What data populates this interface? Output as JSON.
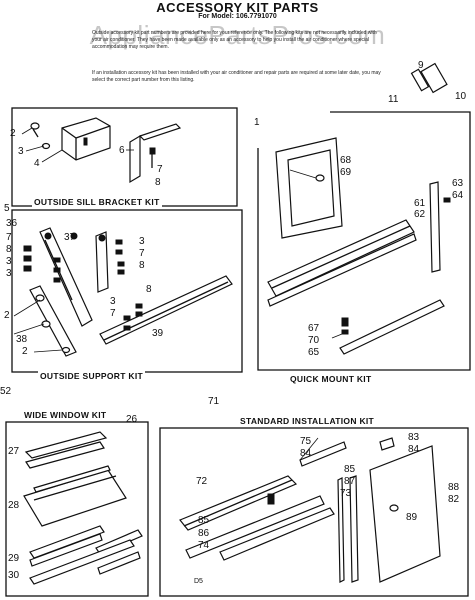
{
  "header": {
    "title": "ACCESSORY KIT PARTS",
    "model": "For Model: 106.7791070",
    "watermark": "AppliancePartsPros.com",
    "note_1": "Outside accessory kit part numbers are provided here for your reference only. The following kits are not necessarily included with your air conditioner. They have been made available only as an accessory to help you install the air conditioner where special accommodation may require them.",
    "note_2": "If an installation accessory kit has been installed with your air conditioner and repair parts are required at some later date, you may select the correct part number from this listing."
  },
  "sections": {
    "outside_sill_bracket_kit": "OUTSIDE SILL BRACKET KIT",
    "outside_support_kit": "OUTSIDE SUPPORT KIT",
    "quick_mount_kit": "QUICK MOUNT KIT",
    "wide_window_kit": "WIDE WINDOW KIT",
    "standard_installation_kit": "STANDARD INSTALLATION KIT"
  },
  "callouts": {
    "c1": "1",
    "c2a": "2",
    "c3a": "3",
    "c4": "4",
    "c5": "5",
    "c6": "6",
    "c7a": "7",
    "c8a": "8",
    "c9": "9",
    "c10": "10",
    "c11": "11",
    "c68": "68",
    "c69": "69",
    "c61": "61",
    "c62": "62",
    "c63": "63",
    "c64": "64",
    "c67": "67",
    "c70": "70",
    "c65": "65",
    "c36": "36",
    "c37": "37",
    "c7b": "7",
    "c8b": "8",
    "c3b": "3",
    "c3c": "3",
    "c7c": "7",
    "c8c": "8",
    "c3d": "3",
    "c7d": "7",
    "c8d": "8",
    "c3e": "3",
    "c2b": "2",
    "c38": "38",
    "c2c": "2",
    "c39": "39",
    "c52": "52",
    "c26": "26",
    "c27": "27",
    "c28": "28",
    "c29": "29",
    "c30": "30",
    "c71": "71",
    "c75": "75",
    "c84a": "84",
    "c83": "83",
    "c84b": "84",
    "c72": "72",
    "c85a": "85",
    "c87": "87",
    "c73": "73",
    "c88": "88",
    "c82": "82",
    "c89": "89",
    "c85b": "85",
    "c86": "86",
    "c74": "74",
    "cd5": "D5"
  }
}
